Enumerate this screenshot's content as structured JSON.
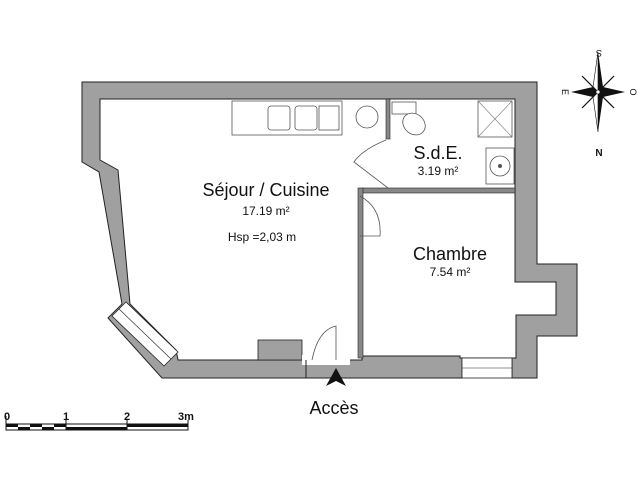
{
  "rooms": {
    "sejour": {
      "name": "Séjour / Cuisine",
      "area": "17.19 m²",
      "height": "Hsp =2,03 m"
    },
    "sde": {
      "name": "S.d.E.",
      "area": "3.19 m²"
    },
    "chambre": {
      "name": "Chambre",
      "area": "7.54 m²"
    }
  },
  "access": {
    "label": "Accès",
    "icon": "arrow-up-icon"
  },
  "compass": {
    "north": "N",
    "south": "S",
    "east": "E",
    "west": "O",
    "icon": "compass-rose-icon"
  },
  "scale_bar": {
    "labels": [
      "0",
      "1",
      "2",
      "3m"
    ]
  },
  "colors": {
    "wall": "#a0a0a0",
    "wall_stroke": "#222222",
    "text": "#111111"
  }
}
